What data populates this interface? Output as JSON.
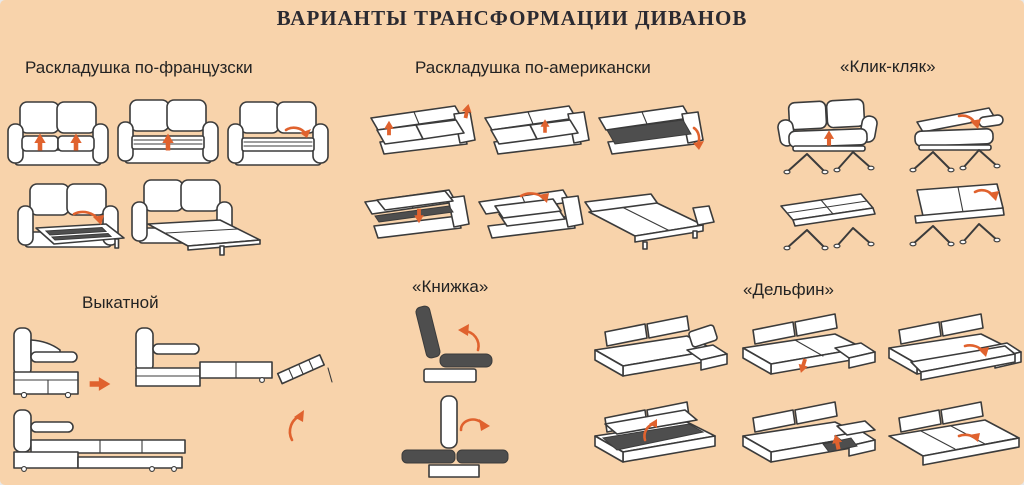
{
  "title": "ВАРИАНТЫ ТРАНСФОРМАЦИИ ДИВАНОВ",
  "sections": [
    {
      "id": "french",
      "label": "Раскладушка по-французски",
      "steps": 5
    },
    {
      "id": "american",
      "label": "Раскладушка по-американски",
      "steps": 6
    },
    {
      "id": "clickclack",
      "label": "«Клик-кляк»",
      "steps": 4
    },
    {
      "id": "rollout",
      "label": "Выкатной",
      "steps": 3
    },
    {
      "id": "book",
      "label": "«Книжка»",
      "steps": 2
    },
    {
      "id": "dolphin",
      "label": "«Дельфин»",
      "steps": 6
    }
  ],
  "colors": {
    "background": "#f8d3ab",
    "line": "#3b3b3b",
    "arrow": "#e0622e",
    "dark_shape": "#4e4e4e",
    "text": "#232323",
    "title_text": "#2b2a31"
  }
}
